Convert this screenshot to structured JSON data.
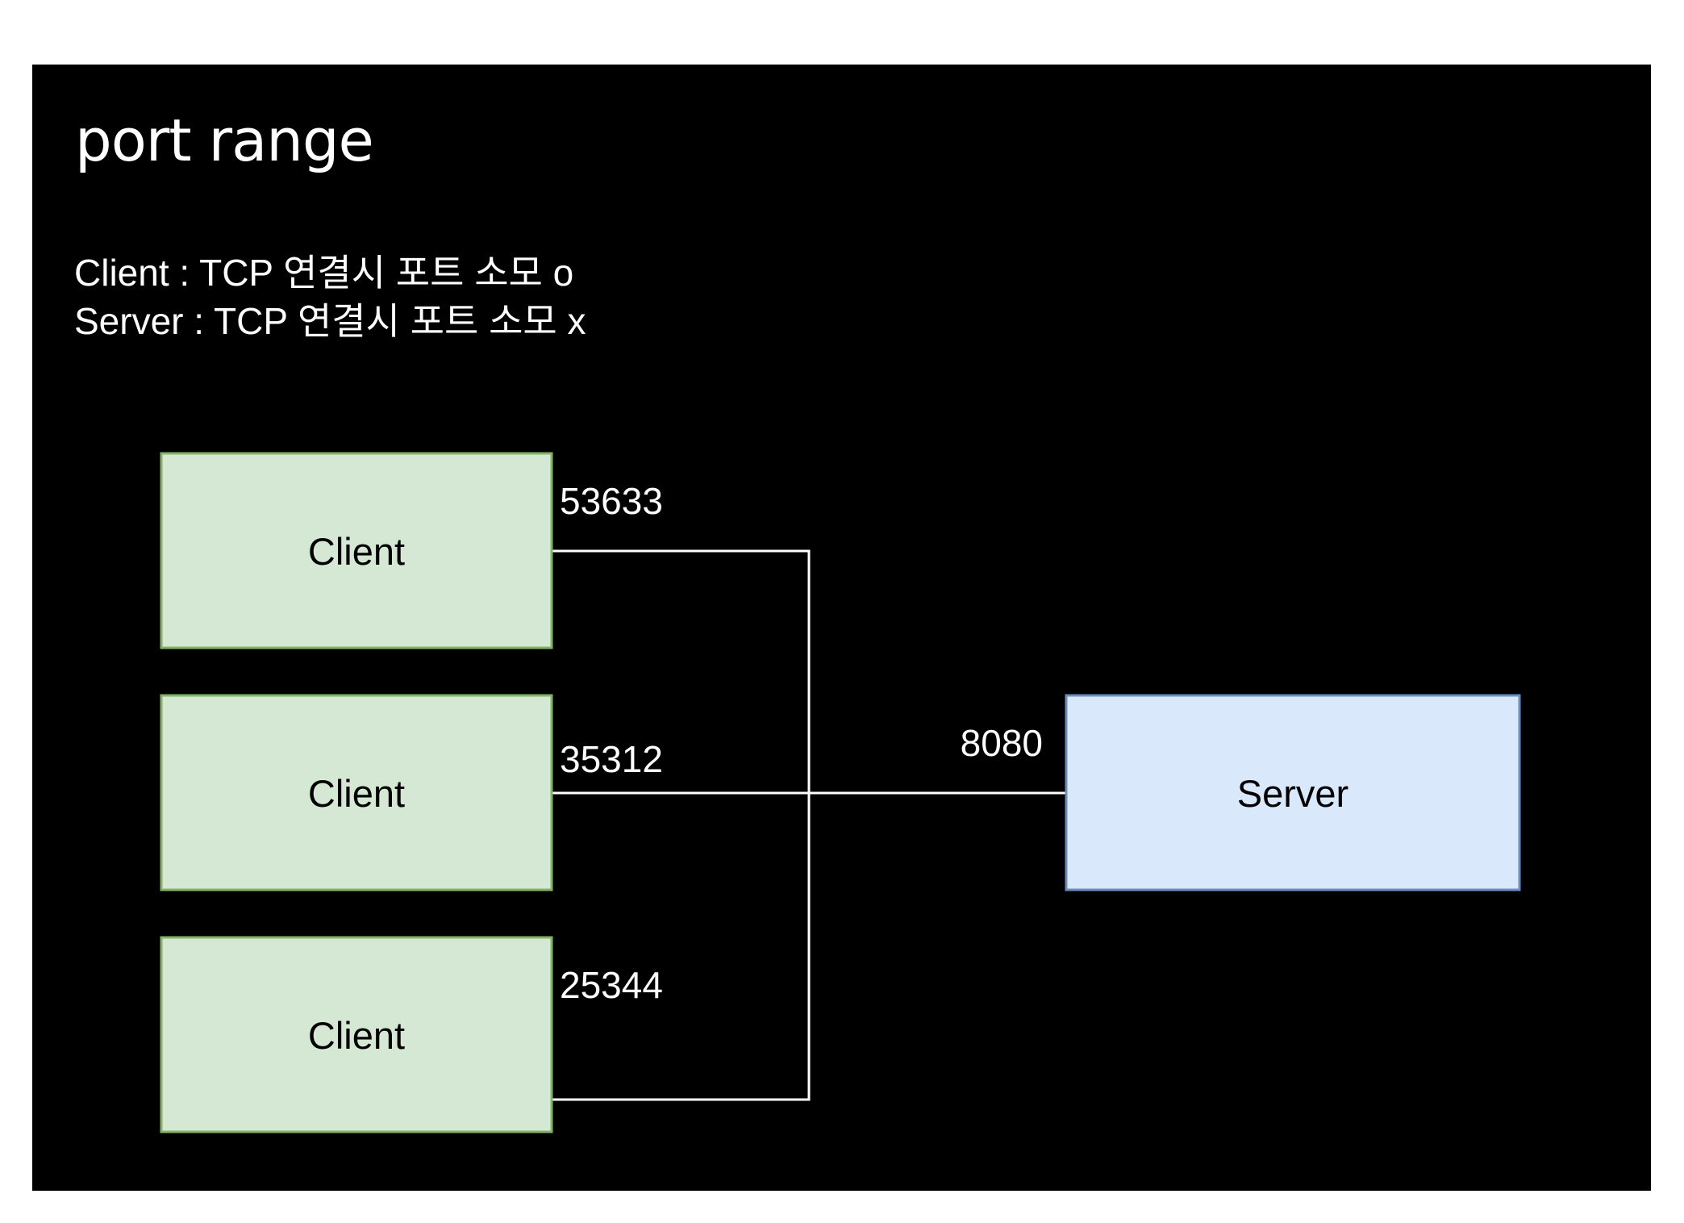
{
  "title": "port range",
  "description": [
    "Client : TCP 연결시 포트 소모 o",
    "Server : TCP 연결시 포트 소모 x"
  ],
  "clients": [
    {
      "label": "Client",
      "port": "53633"
    },
    {
      "label": "Client",
      "port": "35312"
    },
    {
      "label": "Client",
      "port": "25344"
    }
  ],
  "server": {
    "label": "Server",
    "port": "8080"
  },
  "colors": {
    "background": "#000000",
    "client_fill": "#d5e8d4",
    "client_stroke": "#82b366",
    "server_fill": "#dae8fc",
    "server_stroke": "#6c8ebf",
    "connector": "#ffffff"
  }
}
